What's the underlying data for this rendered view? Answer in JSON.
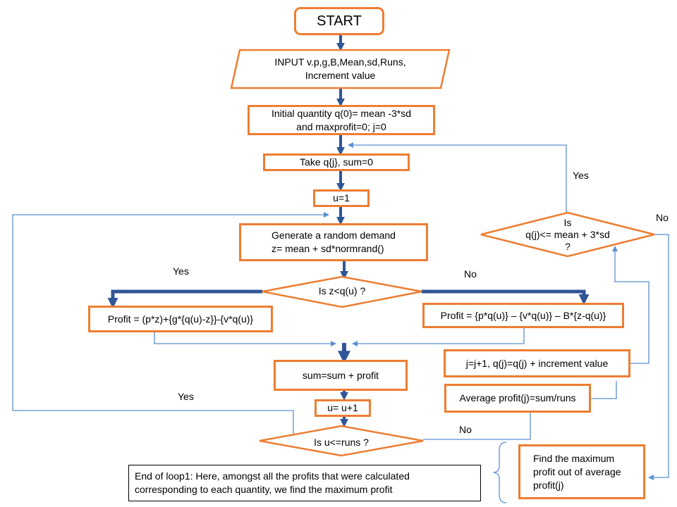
{
  "colors": {
    "shape_border": "#ed7d31",
    "arrow_dark": "#2f5597",
    "connector_light": "#5b8fd0"
  },
  "nodes": {
    "start": "START",
    "input_line1": "INPUT v.p,g,B,Mean,sd,Runs,",
    "input_line2": "Increment value",
    "init_line1": "Initial quantity q(0)= mean -3*sd",
    "init_line2": "and maxprofit=0; j=0",
    "take": "Take q{j}, sum=0",
    "u_init": "u=1",
    "gen_line1": "Generate a random demand",
    "gen_line2": "z= mean + sd*normrand()",
    "decision_z": "Is z<q(u) ?",
    "profit_left": "Profit = (p*z)+{g*{q(u)-z}}-{v*q(u)}",
    "profit_right": "Profit = {p*q(u)} – {v*q(u)} – B*{z-q(u)}",
    "sum": "sum=sum + profit",
    "u_inc": "u= u+1",
    "decision_u": "Is u<=runs ?",
    "j_inc": "j=j+1, q(j)=q(j) + increment value",
    "avg": "Average profit(j)=sum/runs",
    "decision_q_line1": "Is",
    "decision_q_line2": "q(j)<= mean + 3*sd",
    "decision_q_line3": "?",
    "max_line1": "Find the maximum",
    "max_line2": "profit out of average",
    "max_line3": "profit(j)",
    "note_line1": "End of loop1: Here, amongst all the profits that were calculated",
    "note_line2": "corresponding to each quantity, we find the maximum profit"
  },
  "edge_labels": {
    "z_yes": "Yes",
    "z_no": "No",
    "u_yes": "Yes",
    "u_no": "No",
    "q_yes": "Yes",
    "q_no": "No"
  }
}
